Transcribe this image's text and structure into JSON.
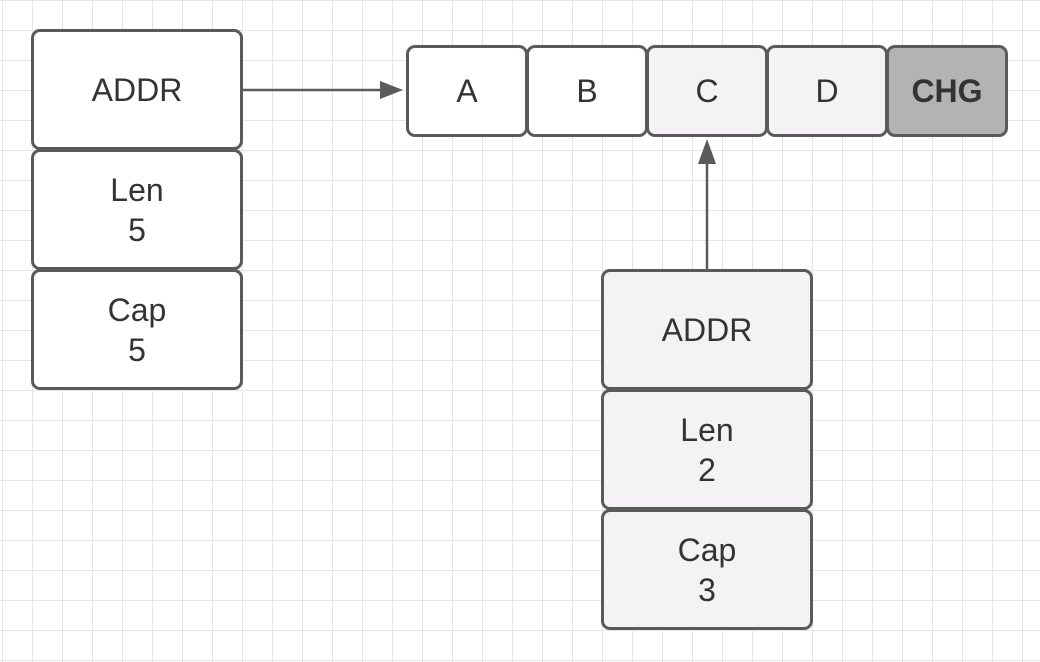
{
  "slice_a": {
    "addr_label": "ADDR",
    "len_label": "Len",
    "len_value": "5",
    "cap_label": "Cap",
    "cap_value": "5"
  },
  "array": {
    "cells": [
      "A",
      "B",
      "C",
      "D",
      "CHG"
    ]
  },
  "slice_b": {
    "addr_label": "ADDR",
    "len_label": "Len",
    "len_value": "2",
    "cap_label": "Cap",
    "cap_value": "3"
  },
  "colors": {
    "border": "#5a5a5a",
    "light_fill": "#f4f2f4",
    "highlight_fill": "#b3b3b3",
    "grid": "#e6e6e6"
  }
}
